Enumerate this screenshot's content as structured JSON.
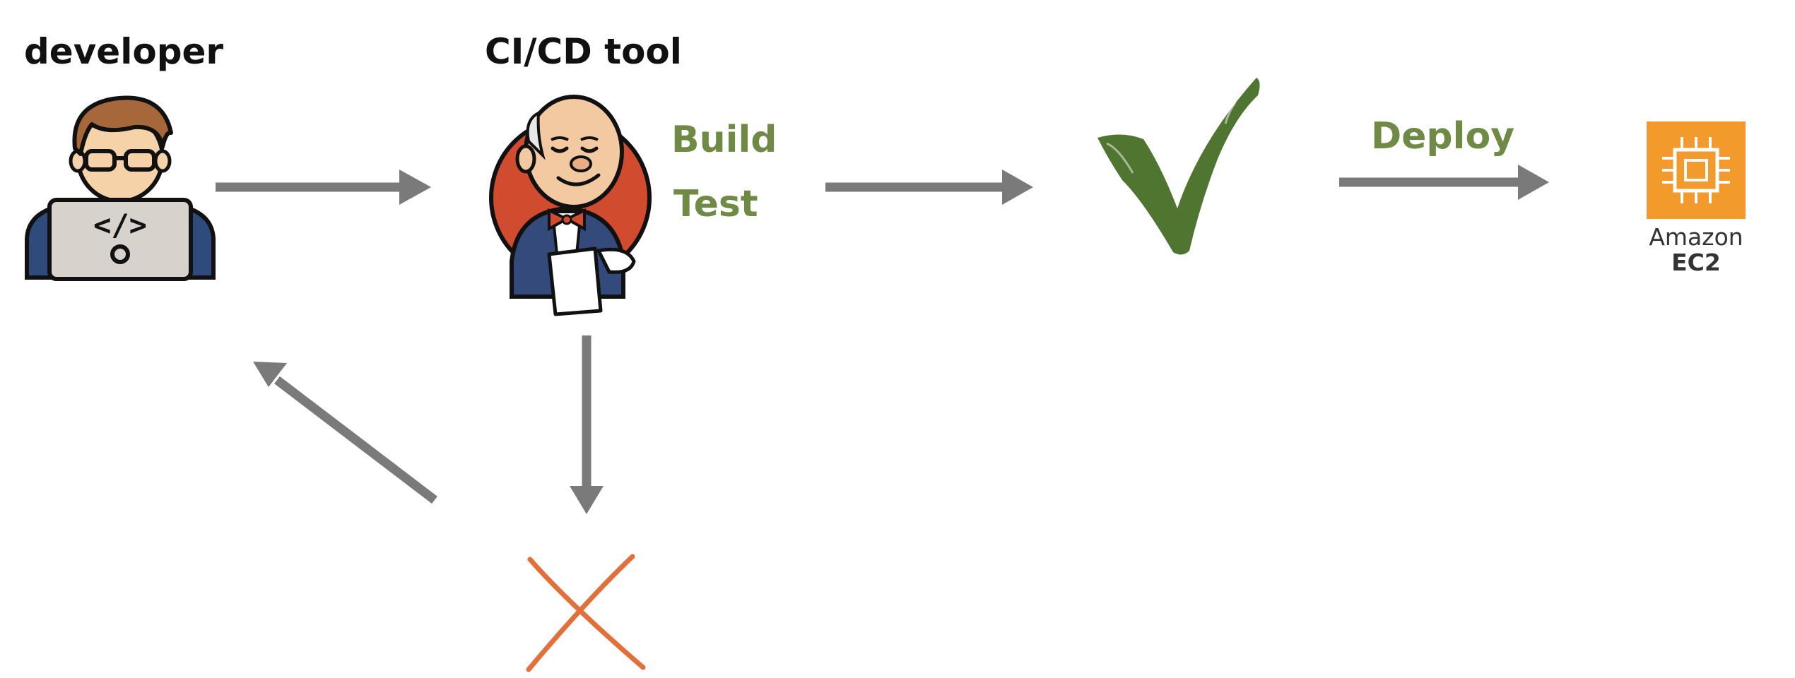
{
  "labels": {
    "developer": "developer",
    "cicd_tool": "CI/CD tool",
    "build": "Build",
    "test": "Test",
    "deploy": "Deploy",
    "ec2_line1": "Amazon",
    "ec2_line2": "EC2"
  },
  "colors": {
    "arrow": "#7a7a7a",
    "stage_text": "#6f8a45",
    "success": "#4f7530",
    "failure": "#e2703a",
    "ec2_orange": "#f39a2c",
    "jenkins_red": "#d14b2f"
  },
  "icons": {
    "developer": "developer-avatar-icon",
    "cicd": "jenkins-butler-icon",
    "success": "checkmark-icon",
    "failure": "cross-icon",
    "target": "amazon-ec2-icon"
  }
}
